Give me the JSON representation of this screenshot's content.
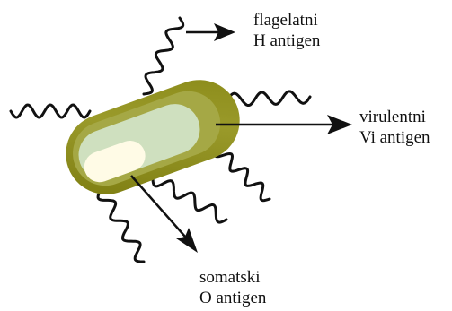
{
  "labels": {
    "h_antigen": {
      "line1": "flagelatni",
      "line2": "H antigen"
    },
    "vi_antigen": {
      "line1": "virulentni",
      "line2": "Vi antigen"
    },
    "o_antigen": {
      "line1": "somatski",
      "line2": "O antigen"
    }
  },
  "colors": {
    "bacterium_outer": "#8a8a18",
    "bacterium_mid": "#a5a845",
    "bacterium_inner": "#cfe0bf",
    "bacterium_core": "#fffbe6",
    "flagella": "#111111",
    "arrows": "#111111"
  }
}
